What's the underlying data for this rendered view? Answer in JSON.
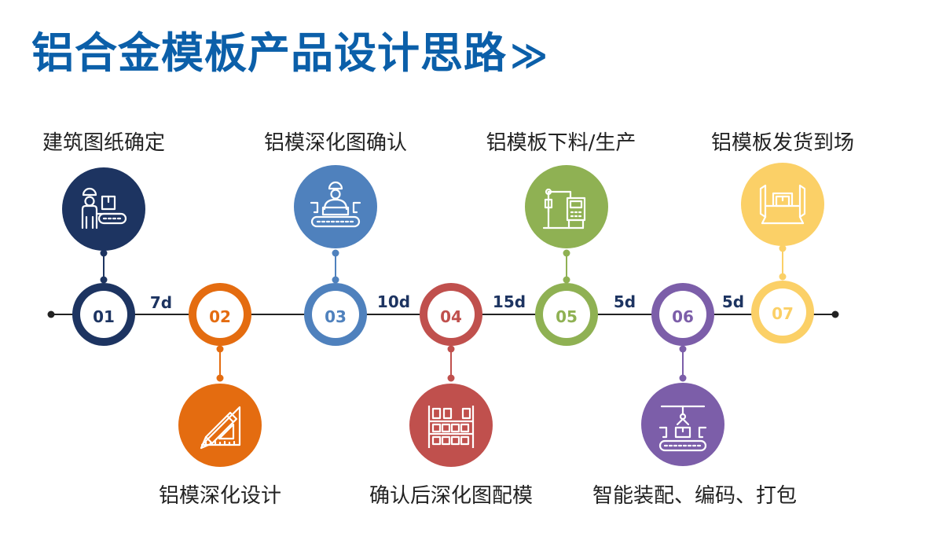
{
  "title": "铝合金模板产品设计思路",
  "title_suffix": "≫",
  "colors": {
    "title": "#0b5fa9",
    "step_01": "#1d3461",
    "step_02": "#e46c10",
    "step_03": "#4f81bd",
    "step_04": "#c0504d",
    "step_05": "#8fb153",
    "step_06": "#7c5ea9",
    "step_07": "#fbd067",
    "line": "#222222",
    "duration_text": "#1d3461"
  },
  "steps": [
    {
      "number": "01",
      "label": "建筑图纸确定",
      "icon": "worker-at-conveyor-icon"
    },
    {
      "number": "02",
      "label": "铝模深化设计",
      "icon": "pencil-triangle-ruler-icon"
    },
    {
      "number": "03",
      "label": "铝模深化图确认",
      "icon": "worker-at-workstation-icon"
    },
    {
      "number": "04",
      "label": "确认后深化图配模",
      "icon": "storage-rack-icon"
    },
    {
      "number": "05",
      "label": "铝模板下料/生产",
      "icon": "cnc-machine-icon"
    },
    {
      "number": "06",
      "label": "智能装配、编码、打包",
      "icon": "robotic-arm-conveyor-icon"
    },
    {
      "number": "07",
      "label": "铝模板发货到场",
      "icon": "delivery-truck-icon"
    }
  ],
  "durations": [
    "7d",
    "10d",
    "15d",
    "5d",
    "5d"
  ]
}
